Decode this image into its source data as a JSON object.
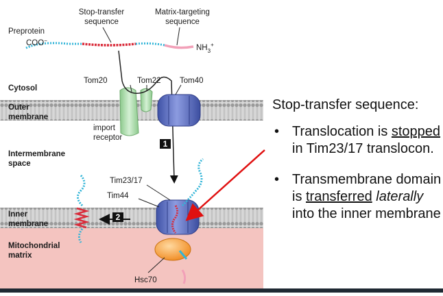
{
  "diagram": {
    "preprotein": "Preprotein",
    "coo": "COO",
    "coo_sup": "−",
    "stop_transfer_line1": "Stop-transfer",
    "stop_transfer_line2": "sequence",
    "matrix_targeting_line1": "Matrix-targeting",
    "matrix_targeting_line2": "sequence",
    "nh3": "NH",
    "nh3_sub": "3",
    "nh3_sup": "+",
    "cytosol": "Cytosol",
    "tom20": "Tom20",
    "tom22": "Tom22",
    "tom40": "Tom40",
    "outer_membrane_line1": "Outer",
    "outer_membrane_line2": "membrane",
    "import_line1": "import",
    "import_line2": "receptor",
    "step1": "1",
    "intermembrane_line1": "Intermembrane",
    "intermembrane_line2": "space",
    "tim23": "Tim23/17",
    "tim44": "Tim44",
    "inner_membrane_line1": "Inner",
    "inner_membrane_line2": "membrane",
    "step2": "2",
    "matrix_line1": "Mitochondrial",
    "matrix_line2": "matrix",
    "hsc70": "Hsc70"
  },
  "panel": {
    "heading": "Stop-transfer sequence:",
    "bullet_glyph": "•",
    "b1_part1": "Translocation is ",
    "b1_underlined": "stopped ",
    "b1_part2": "in Tim23/17 translocon.",
    "b2_part1": "Transmembrane domain is ",
    "b2_underlined": "transferred",
    "b2_space": " ",
    "b2_italic": "laterally",
    "b2_part2": " into the inner membrane"
  },
  "colors": {
    "membrane": "#b9b9b9",
    "matrix": "#f4c4c0",
    "channel": "#5b6fc4",
    "receptor": "#a8d8a8",
    "hsc70": "#f5a742",
    "stop_transfer": "#d92b3a",
    "matrix_targeting": "#f2a0b8",
    "chain": "#33b5d8",
    "arrow": "#e01010"
  }
}
